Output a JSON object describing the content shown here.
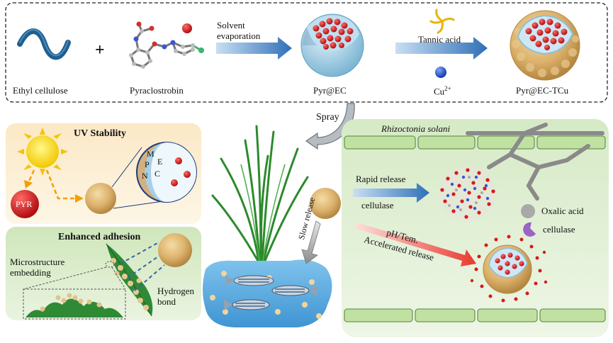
{
  "top_row": {
    "ethyl_cellulose": "Ethyl cellulose",
    "plus": "+",
    "pyraclostrobin": "Pyraclostrobin",
    "solvent_evaporation_1": "Solvent",
    "solvent_evaporation_2": "evaporation",
    "pyr_ec": "Pyr@EC",
    "tannic_acid": "Tannic acid",
    "cu_base": "Cu",
    "cu_sup": "2+",
    "pyr_ec_tcu": "Pyr@EC-TCu"
  },
  "spray": "Spray",
  "uv_panel": {
    "title": "UV Stability",
    "pyr": "PYR",
    "letter_m": "M",
    "letter_p": "P",
    "letter_e": "E",
    "letter_n": "N",
    "letter_c": "C"
  },
  "adhesion_panel": {
    "title": "Enhanced adhesion",
    "micro_1": "Microstructure",
    "micro_2": "embedding",
    "hydrogen_1": "Hydrogen",
    "hydrogen_2": "bond"
  },
  "slow_release": "Slow release",
  "right_panel": {
    "rhizoctonia": "Rhizoctonia solani",
    "rapid_release": "Rapid release",
    "cellulase_1": "cellulase",
    "oxalic_acid": "Oxalic acid",
    "cellulase_2": "cellulase",
    "ph_tem": "pH/Tem.",
    "accelerated": "Accelerated release"
  },
  "colors": {
    "ec_blue": "#1f5f8f",
    "arrow_blue": "#3f7fc0",
    "particle_tan": "#d9b06a",
    "shell_blue": "#a9d3e8",
    "red_ball": "#d8181c",
    "uv_bg": "#fdf1d7",
    "green_bg": "#e2efd6",
    "cell_green": "#bfe0a0"
  }
}
